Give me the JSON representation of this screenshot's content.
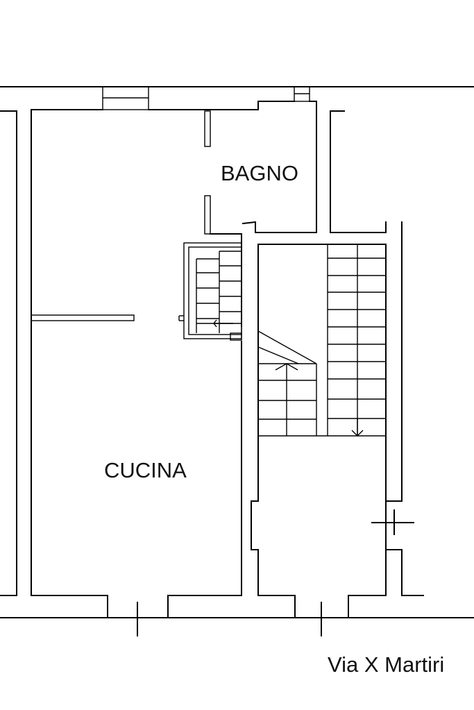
{
  "rooms": {
    "bagno": "BAGNO",
    "cucina": "CUCINA"
  },
  "street": {
    "name": "Via X Martiri"
  },
  "colors": {
    "line": "#000000",
    "background": "#ffffff"
  }
}
